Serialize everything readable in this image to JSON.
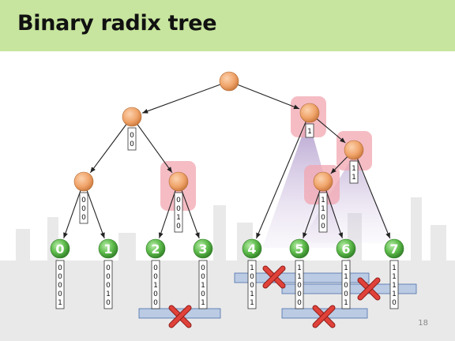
{
  "title": "Binary radix tree",
  "page_number": "18",
  "internal_labels": [
    {
      "id": "n00",
      "bits": [
        "0",
        "0"
      ]
    },
    {
      "id": "n1",
      "bits": [
        "1"
      ]
    },
    {
      "id": "n11",
      "bits": [
        "1",
        "1"
      ]
    },
    {
      "id": "n000",
      "bits": [
        "0",
        "0",
        "0"
      ]
    },
    {
      "id": "n0010",
      "bits": [
        "0",
        "0",
        "1",
        "0"
      ]
    },
    {
      "id": "n1100",
      "bits": [
        "1",
        "1",
        "0",
        "0"
      ]
    }
  ],
  "leaves": [
    {
      "label": "0",
      "bits": [
        "0",
        "0",
        "0",
        "0",
        "1"
      ]
    },
    {
      "label": "1",
      "bits": [
        "0",
        "0",
        "0",
        "1",
        "0"
      ]
    },
    {
      "label": "2",
      "bits": [
        "0",
        "0",
        "1",
        "0",
        "0"
      ]
    },
    {
      "label": "3",
      "bits": [
        "0",
        "0",
        "1",
        "0",
        "1"
      ]
    },
    {
      "label": "4",
      "bits": [
        "1",
        "0",
        "0",
        "1",
        "1"
      ]
    },
    {
      "label": "5",
      "bits": [
        "1",
        "1",
        "0",
        "0",
        "0"
      ]
    },
    {
      "label": "6",
      "bits": [
        "1",
        "1",
        "0",
        "0",
        "1"
      ]
    },
    {
      "label": "7",
      "bits": [
        "1",
        "1",
        "1",
        "1",
        "0"
      ]
    }
  ],
  "colors": {
    "title_bar": "#c7e59e",
    "leaf_green": "#5ab94a",
    "internal_orange": "#f1a46c",
    "highlight_pink": "#f2a6b0",
    "highlight_purple": "#b9a4cf",
    "bit_band_blue": "#9cb8e0",
    "cross_red": "#e0423a",
    "edge": "#222222"
  }
}
